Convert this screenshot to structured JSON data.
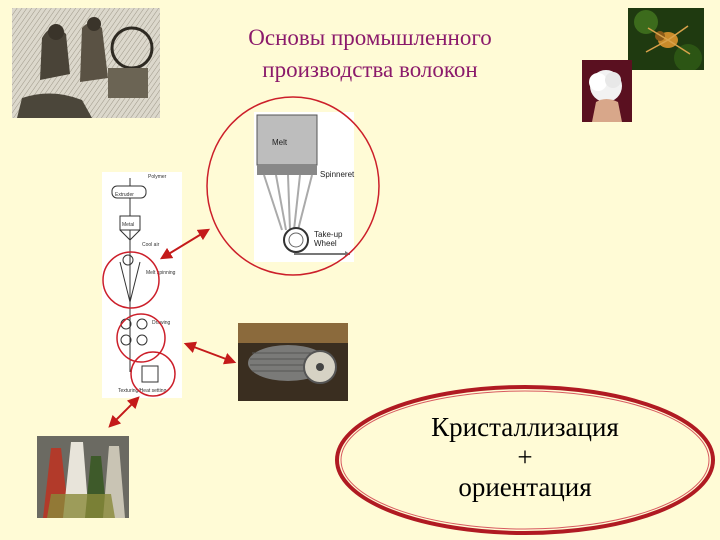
{
  "slide": {
    "title_line1": "Основы промышленного",
    "title_line2": "производства волокон"
  },
  "spinneret_diagram": {
    "melt_label": "Melt",
    "spinneret_label": "Spinneret",
    "takeup_label_line1": "Take-up",
    "takeup_label_line2": "Wheel"
  },
  "process_flow": {
    "labels": [
      "Polymer",
      "Extruder",
      "Metal",
      "Cool air",
      "Melt spinning",
      "Drawing",
      "Texturing/Heat setting"
    ]
  },
  "result": {
    "line1": "Кристаллизация",
    "line2": "+",
    "line3": "ориентация"
  },
  "colors": {
    "background": "#fffbd6",
    "title": "#8b1a6b",
    "circle": "#cc1f2a",
    "arrow": "#c41a1a"
  }
}
